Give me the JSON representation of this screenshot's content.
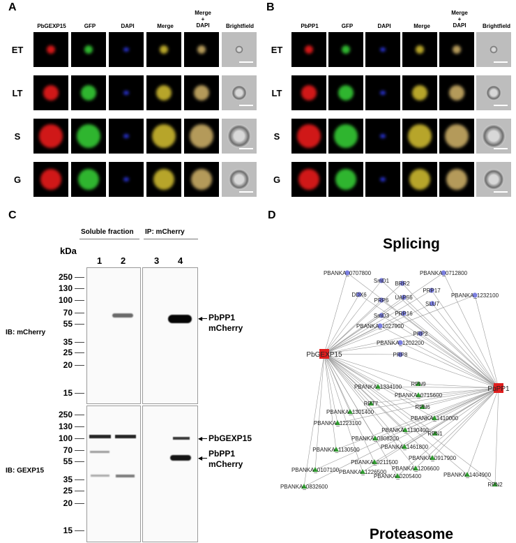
{
  "panels": {
    "a": "A",
    "b": "B",
    "c": "C",
    "d": "D"
  },
  "panel_a": {
    "columns": [
      "PbGEXP15",
      "GFP",
      "DAPI",
      "Merge",
      "Merge\n+\nDAPI",
      "Brightfield"
    ],
    "rows": [
      "ET",
      "LT",
      "S",
      "G"
    ]
  },
  "panel_b": {
    "columns": [
      "PbPP1",
      "GFP",
      "DAPI",
      "Merge",
      "Merge\n+\nDAPI",
      "Brightfield"
    ],
    "rows": [
      "ET",
      "LT",
      "S",
      "G"
    ]
  },
  "panel_c": {
    "header_soluble": "Soluble fraction",
    "header_ip": "IP: mCherry",
    "kda": "kDa",
    "lanes": [
      "1",
      "2",
      "3",
      "4"
    ],
    "top_markers": [
      "250",
      "130",
      "100",
      "70",
      "55",
      "35",
      "25",
      "20",
      "15"
    ],
    "bottom_markers": [
      "250",
      "130",
      "100",
      "70",
      "55",
      "35",
      "25",
      "20",
      "15"
    ],
    "ib_top": "IB: mCherry",
    "ib_bottom": "IB: GEXP15",
    "top_band_label_1": "PbPP1",
    "top_band_label_2": "mCherry",
    "bottom_band_a": "PbGEXP15",
    "bottom_band_b1": "PbPP1",
    "bottom_band_b2": "mCherry"
  },
  "panel_d": {
    "title_top": "Splicing",
    "title_bottom": "Proteasome",
    "hub_left": "PbGEXP15",
    "hub_right": "PbPP1",
    "colors": {
      "splicing": "#7b7fe0",
      "proteasome": "#2e9a2e",
      "hub": "#e01e1e",
      "title_top": "#7474e6",
      "title_bottom": "#23a023"
    },
    "splicing_nodes": [
      "PBANKA_0707800",
      "SmD1",
      "BRR2",
      "PBANKA_0712800",
      "PRP17",
      "DDX6",
      "UAP56",
      "PRP6",
      "SLU7",
      "PBANKA_1232100",
      "SmD3",
      "PRP16",
      "PBANKA_1027900",
      "PRP2",
      "PBANKA_1202200",
      "PRP8"
    ],
    "proteasome_nodes": [
      "RPN9",
      "PBANKA_1334100",
      "PBANKA_0715600",
      "RPT7",
      "RPN6",
      "PBANKA_1301400",
      "PBANKA_1410000",
      "PBANKA_1223100",
      "PBANKA_1130400",
      "RPN1",
      "PBANKA_0808200",
      "PBANKA_1461800",
      "PBANKA_1130500",
      "PBANKA_0917900",
      "PBANKA_0211500",
      "PBANKA_1206600",
      "PBANKA_0107100",
      "PBANKA_1226500",
      "PBANKA_1404900",
      "PBANKA_0205400",
      "RPN2",
      "PBANKA_0832600"
    ]
  }
}
